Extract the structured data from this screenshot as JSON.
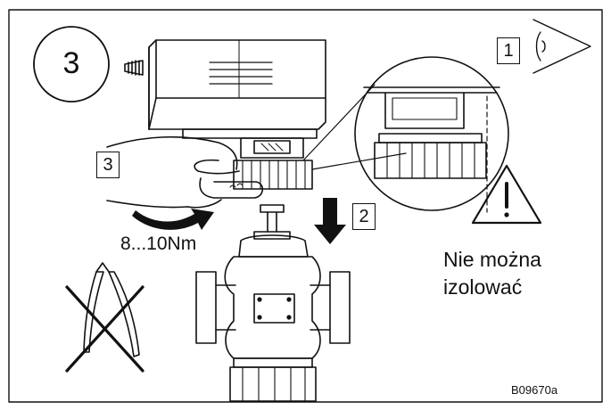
{
  "step_number": "3",
  "callouts": {
    "view": "1",
    "press_down": "2",
    "turn_nut": "3"
  },
  "torque": "8...10Nm",
  "warning": {
    "line1": "Nie można",
    "line2": "izolować"
  },
  "figure_code": "B09670a",
  "icons": [
    "eye-icon",
    "warning-triangle-icon",
    "no-pliers-icon",
    "rotate-arrow-icon",
    "down-arrow-icon"
  ],
  "colors": {
    "ink": "#111111",
    "paper": "#ffffff"
  }
}
